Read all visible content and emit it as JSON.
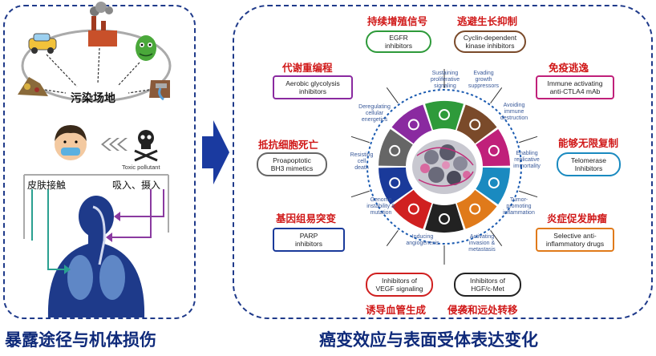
{
  "left_panel": {
    "center_label": "污染场地",
    "toxic_label": "Toxic pollutant",
    "route_skin": "皮肤接触",
    "route_inhale": "吸入、摄入",
    "caption": "暴露途径与机体损伤"
  },
  "right_panel": {
    "caption": "癌变效应与表面受体表达变化",
    "hallmarks": [
      {
        "zh": "持续增殖信号",
        "drug": [
          "EGFR",
          "inhibitors"
        ],
        "hallmark": [
          "Sustaining",
          "proliferative",
          "signaling"
        ],
        "color": "#2e9a3a"
      },
      {
        "zh": "逃避生长抑制",
        "drug": [
          "Cyclin-dependent",
          "kinase inhibitors"
        ],
        "hallmark": [
          "Evading",
          "growth",
          "suppressors"
        ],
        "color": "#7a4a2a"
      },
      {
        "zh": "免疫逃逸",
        "drug": [
          "Immune activating",
          "anti-CTLA4 mAb"
        ],
        "hallmark": [
          "Avoiding",
          "immune",
          "destruction"
        ],
        "color": "#c0207a"
      },
      {
        "zh": "能够无限复制",
        "drug": [
          "Telomerase",
          "Inhibitors"
        ],
        "hallmark": [
          "Enabling",
          "replicative",
          "immortality"
        ],
        "color": "#1a8ac0"
      },
      {
        "zh": "炎症促发肿瘤",
        "drug": [
          "Selective anti-",
          "inflammatory drugs"
        ],
        "hallmark": [
          "Tumor-",
          "promoting",
          "inflammation"
        ],
        "color": "#e07a1a"
      },
      {
        "zh": "侵袭和远处转移",
        "drug": [
          "Inhibitors of",
          "HGF/c-Met"
        ],
        "hallmark": [
          "Activating",
          "invasion &",
          "metastasis"
        ],
        "color": "#222222"
      },
      {
        "zh": "诱导血管生成",
        "drug": [
          "Inhibitors of",
          "VEGF signaling"
        ],
        "hallmark": [
          "Inducing",
          "angiogenesis"
        ],
        "color": "#d02020"
      },
      {
        "zh": "基因组易突变",
        "drug": [
          "PARP",
          "inhibitors"
        ],
        "hallmark": [
          "Genome",
          "instability &",
          "mutation"
        ],
        "color": "#1a3a9a"
      },
      {
        "zh": "抵抗细胞死亡",
        "drug": [
          "Proapoptotic",
          "BH3 mimetics"
        ],
        "hallmark": [
          "Resisting",
          "cell",
          "death"
        ],
        "color": "#666666"
      },
      {
        "zh": "代谢重编程",
        "drug": [
          "Aerobic glycolysis",
          "inhibitors"
        ],
        "hallmark": [
          "Deregulating",
          "cellular",
          "energetics"
        ],
        "color": "#8a2aa0"
      }
    ]
  }
}
